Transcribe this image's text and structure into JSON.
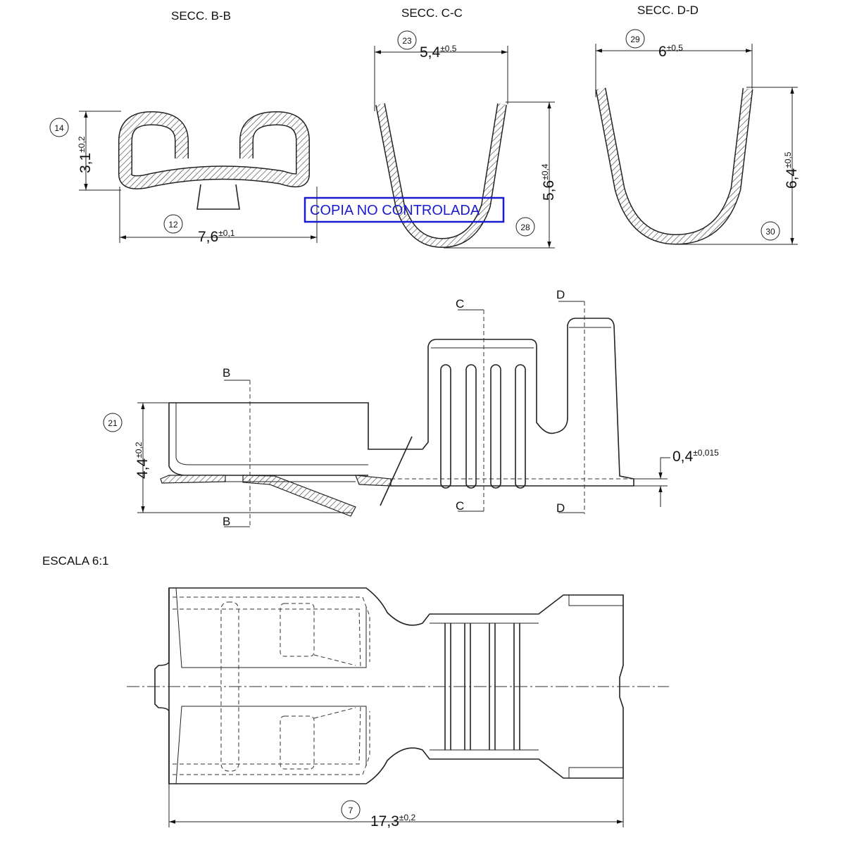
{
  "sections": {
    "bb": {
      "title": "SECC. B-B",
      "dim_width": "7,6",
      "dim_width_tol": "±0,1",
      "dim_height": "3,1",
      "dim_height_tol": "±0,2",
      "balloon_height": "14",
      "balloon_width": "12"
    },
    "cc": {
      "title": "SECC. C-C",
      "dim_width": "5,4",
      "dim_width_tol": "±0,5",
      "dim_height": "5,6",
      "dim_height_tol": "±0,4",
      "balloon_width": "23",
      "balloon_height": "28"
    },
    "dd": {
      "title": "SECC. D-D",
      "dim_width": "6",
      "dim_width_tol": "±0,5",
      "dim_height": "6,4",
      "dim_height_tol": "±0,5",
      "balloon_width": "29",
      "balloon_height": "30"
    }
  },
  "stamp": "COPIA NO CONTROLADA",
  "side_view": {
    "dim_height": "4,4",
    "dim_height_tol": "±0,2",
    "balloon_height": "21",
    "dim_thickness": "0,4",
    "dim_thickness_tol": "±0,015",
    "cut_b": "B",
    "cut_c": "C",
    "cut_d": "D"
  },
  "scale_label": "ESCALA 6:1",
  "top_view": {
    "dim_length": "17,3",
    "dim_length_tol": "±0,2",
    "balloon_length": "7"
  }
}
